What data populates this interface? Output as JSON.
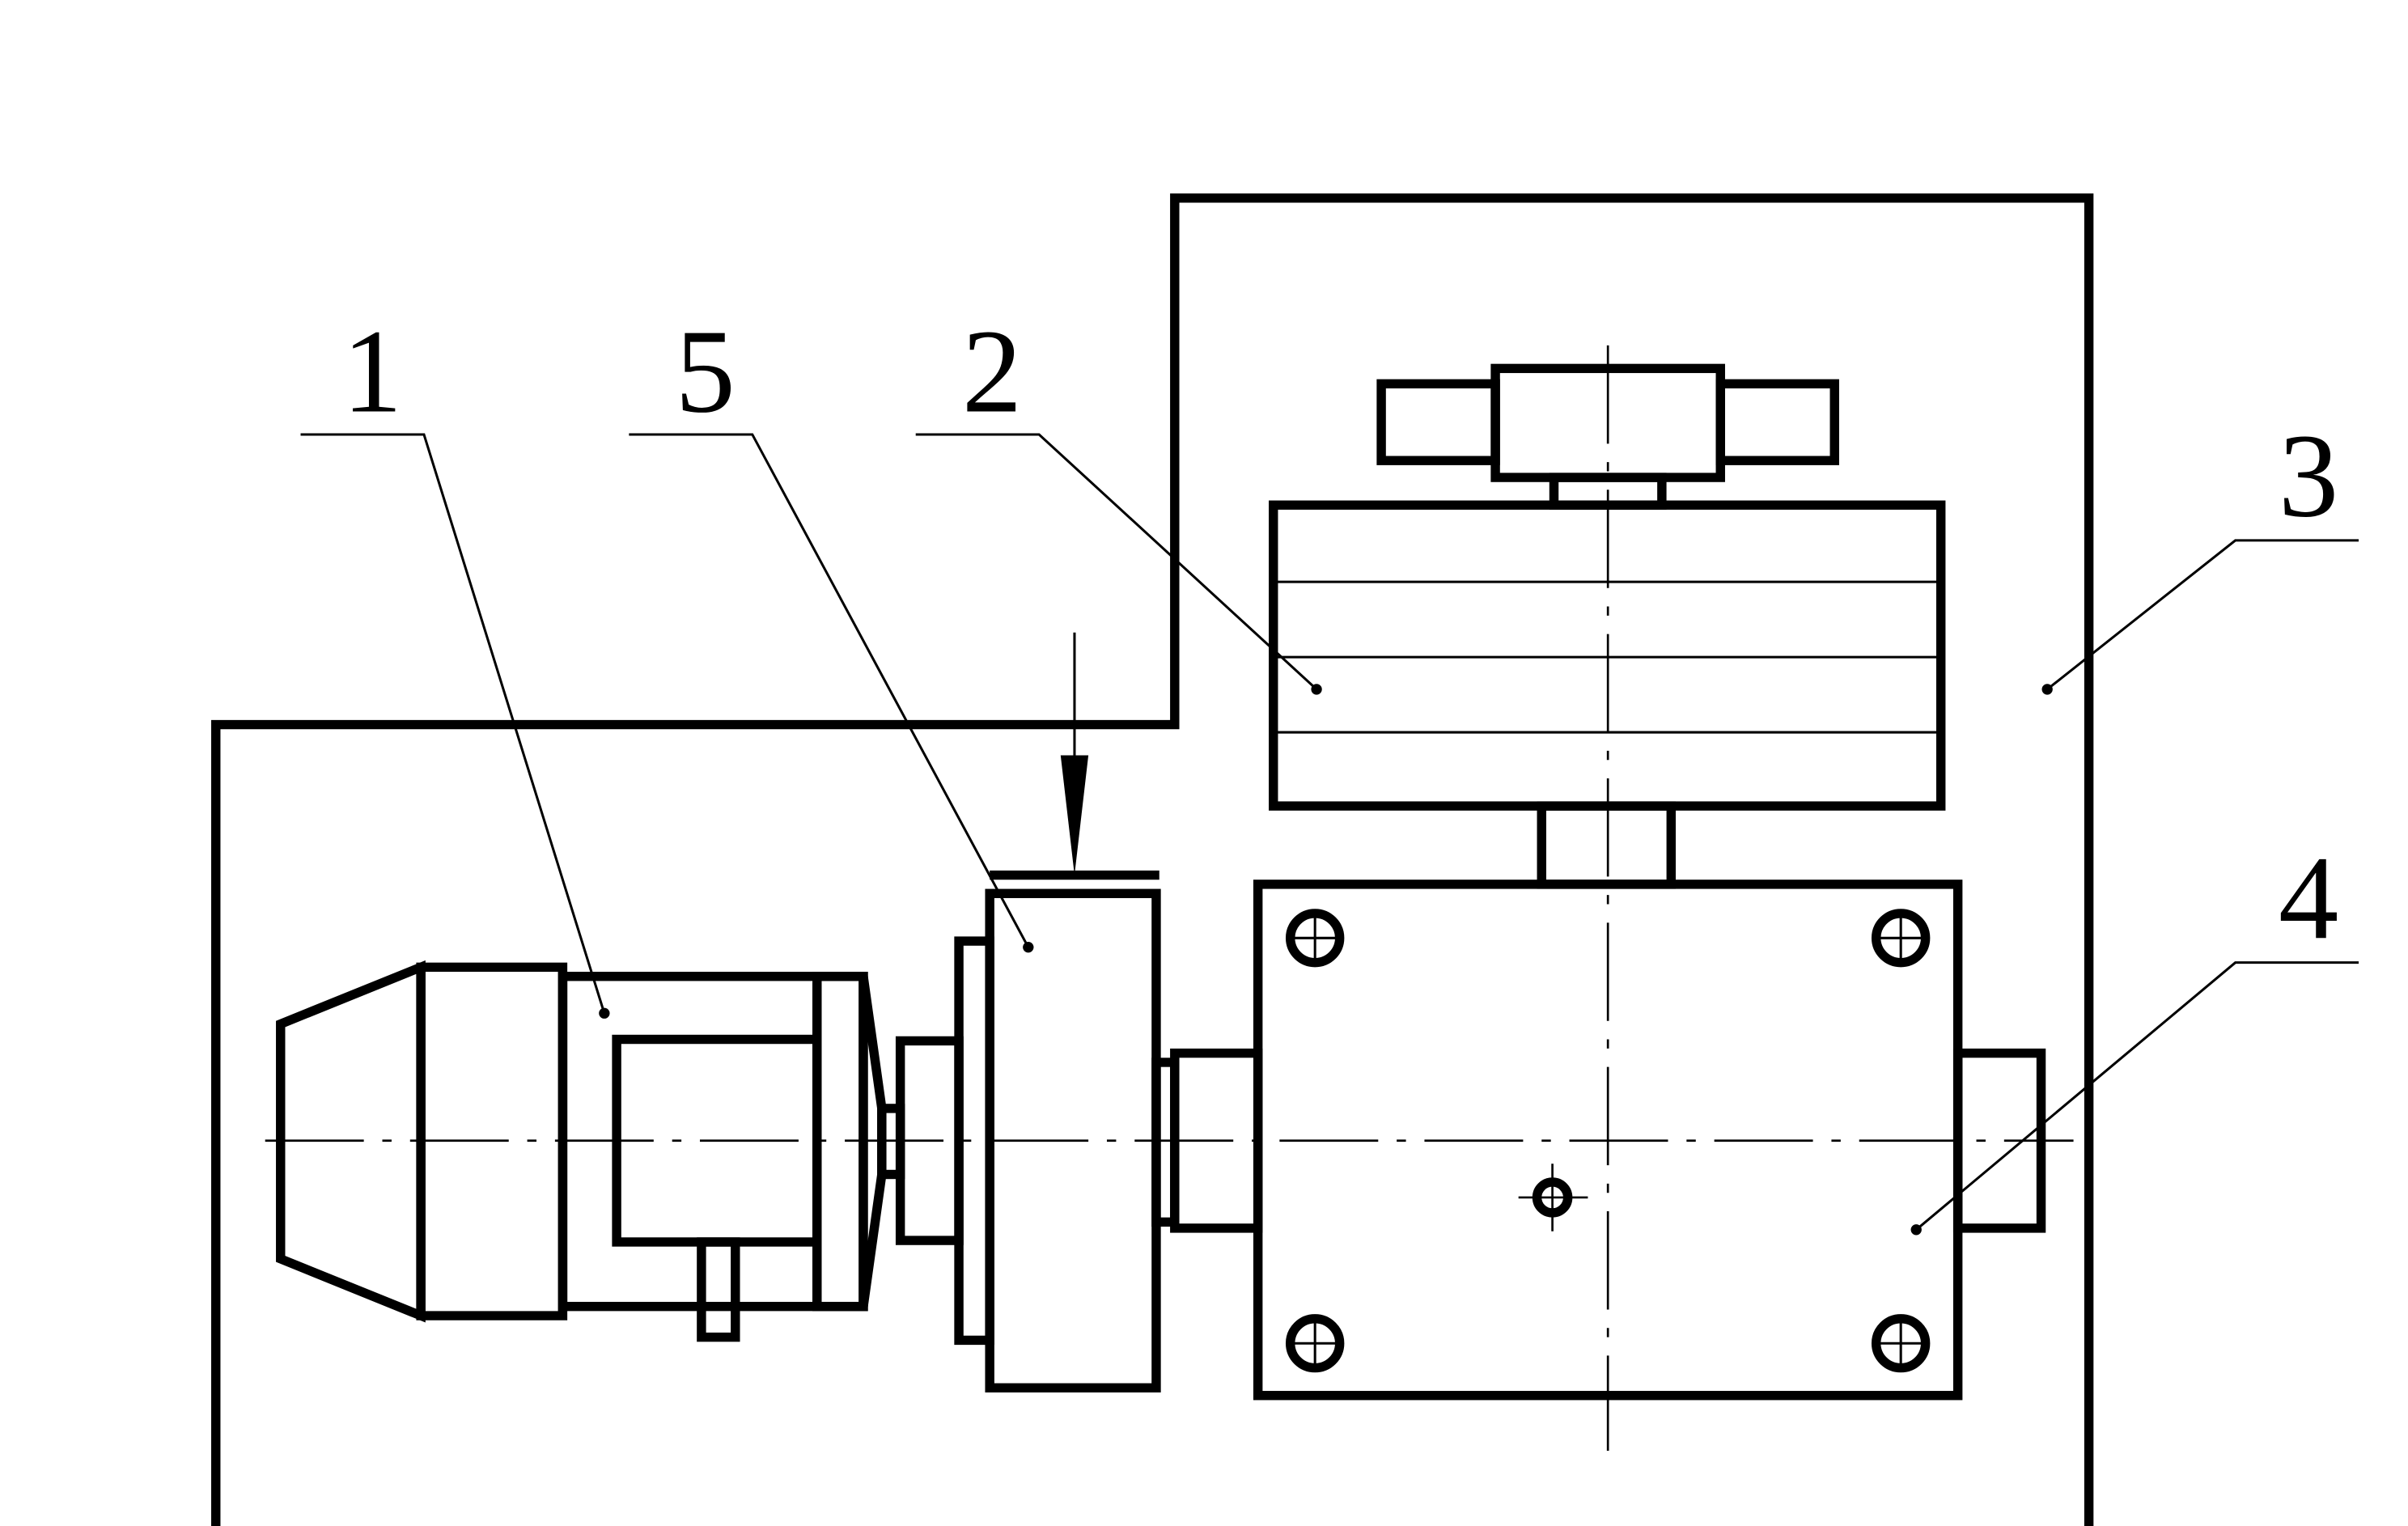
{
  "labels": {
    "motor": "1",
    "gearbox": "2",
    "frame": "3",
    "base": "4",
    "brake": "5"
  }
}
